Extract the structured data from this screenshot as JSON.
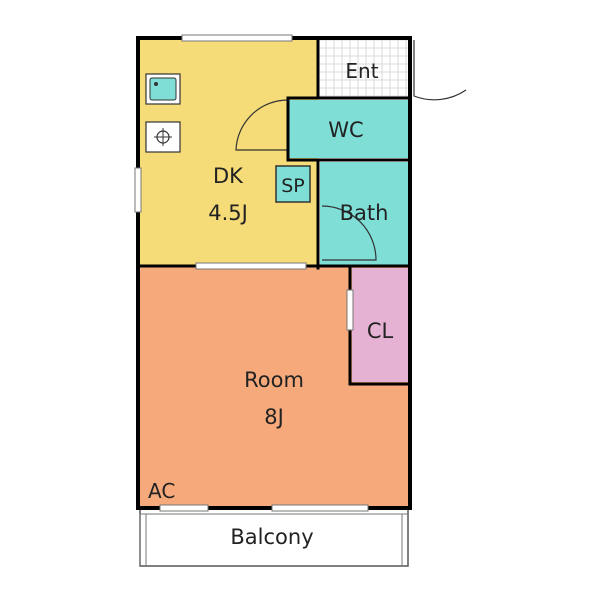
{
  "rooms": {
    "ent": {
      "label": "Ent"
    },
    "wc": {
      "label": "WC"
    },
    "dk": {
      "label": "DK",
      "size": "4.5J"
    },
    "sp": {
      "label": "SP"
    },
    "bath": {
      "label": "Bath"
    },
    "cl": {
      "label": "CL"
    },
    "room": {
      "label": "Room",
      "size": "8J"
    },
    "ac": {
      "label": "AC"
    },
    "balcony": {
      "label": "Balcony"
    }
  },
  "colors": {
    "dk": "#f5dc78",
    "room": "#f6aa7c",
    "wet": "#7fdfd6",
    "closet": "#e6b2d3",
    "entrance_floor": "#d9d9d9",
    "wall": "#000000"
  }
}
